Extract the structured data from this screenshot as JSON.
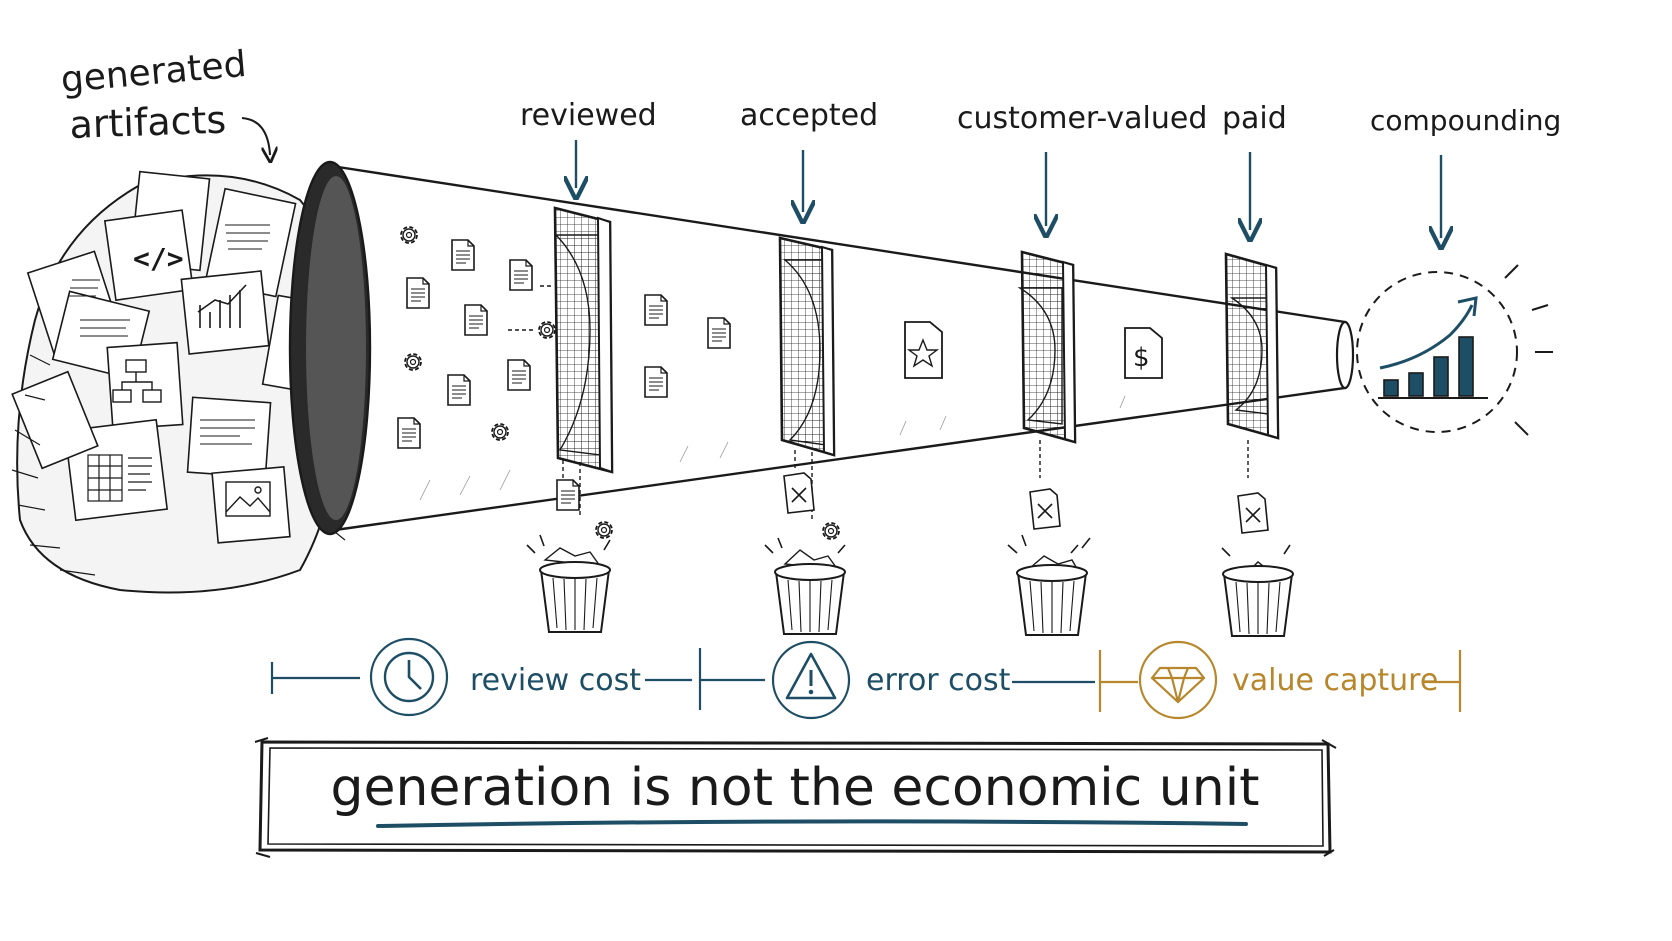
{
  "pile_label_line1": "generated",
  "pile_label_line2": "artifacts",
  "stages": [
    {
      "label": "reviewed"
    },
    {
      "label": "accepted"
    },
    {
      "label": "customer-valued"
    },
    {
      "label": "paid"
    },
    {
      "label": "compounding"
    }
  ],
  "cost_bands": [
    {
      "label": "review cost",
      "icon": "clock-icon",
      "color": "#1d4e66"
    },
    {
      "label": "error cost",
      "icon": "warning-icon",
      "color": "#1d4e66"
    },
    {
      "label": "value capture",
      "icon": "diamond-icon",
      "color": "#b8862b"
    }
  ],
  "headline": "generation is not the economic unit",
  "colors": {
    "ink": "#1a1a1a",
    "accent": "#1d4e66",
    "gold": "#b8862b"
  }
}
